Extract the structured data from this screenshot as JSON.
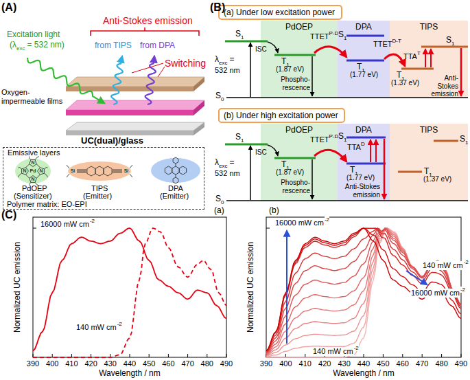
{
  "diagram": {
    "nodes": [
      {
        "text": [
          "Emissive layers"
        ]
      },
      {
        "text": [
          "(a) Under low excitation power"
        ]
      },
      {
        "text": [
          "PdOEP"
        ]
      },
      {
        "text": [
          "DPA"
        ]
      },
      {
        "text": [
          "TIPS"
        ]
      },
      {
        "text": [
          "(b) Under high excitation power"
        ]
      },
      {
        "text": [
          "PdOEP"
        ]
      },
      {
        "text": [
          "DPA"
        ]
      },
      {
        "text": [
          "TIPS"
        ]
      }
    ],
    "labels": [
      "(A)",
      "Anti-Stokes emission",
      "Excitation light",
      "(λ",
      "exc",
      "= 532 nm)",
      "from TIPS",
      "from DPA",
      "Switching",
      "Oxygen-impermeable films",
      "UC(dual)/glass",
      "Pd",
      "N",
      "N",
      "N",
      "N",
      "Si",
      "Si",
      "PdOEP",
      "(Sensitizer)",
      "TIPS",
      "(Emitter)",
      "DPA",
      "(Emitter)",
      "Polymer matrix: EO-EPI",
      "(B)",
      "S",
      "1",
      "λ",
      "exc",
      "=",
      "532 nm",
      "ISC",
      "T",
      "1",
      "(1.87 eV)",
      "Phospho- rescence",
      "TTET",
      "P-D",
      "S",
      "1",
      "T",
      "1",
      "(1.77 eV)",
      "TTET",
      "D-T",
      "T",
      "1",
      "(1.37 eV)",
      "TTA",
      "T",
      "S",
      "1",
      "Anti-Stokes emission",
      "S",
      "0",
      "S",
      "1",
      "λ",
      "exc",
      "=",
      "532 nm",
      "ISC",
      "T",
      "1",
      "(1.87 eV)",
      "Phospho- rescence",
      "TTET",
      "P-D",
      "S",
      "1",
      "TTA",
      "D",
      "T",
      "1",
      "(1.77 eV)",
      "Anti-Stokes emission",
      "S",
      "1",
      "T",
      "1",
      "(1.37 eV)",
      "S",
      "0",
      "(C)",
      "(a)",
      "16000 mW cm",
      "-2",
      "140 mW cm",
      "-2",
      "Normalized UC emission",
      "390",
      "400",
      "410",
      "420",
      "430",
      "440",
      "450",
      "460",
      "470",
      "480",
      "490",
      "Wavelength / nm",
      "(b)",
      "16000 mW cm",
      "-2",
      "140 mW cm",
      "-2",
      "16000 mW cm",
      "-2",
      "140 mW cm",
      "-2",
      "Normalized UC emission",
      "390",
      "400",
      "410",
      "420",
      "430",
      "440",
      "450",
      "460",
      "470",
      "480",
      "490",
      "Wavelength / nm"
    ]
  }
}
